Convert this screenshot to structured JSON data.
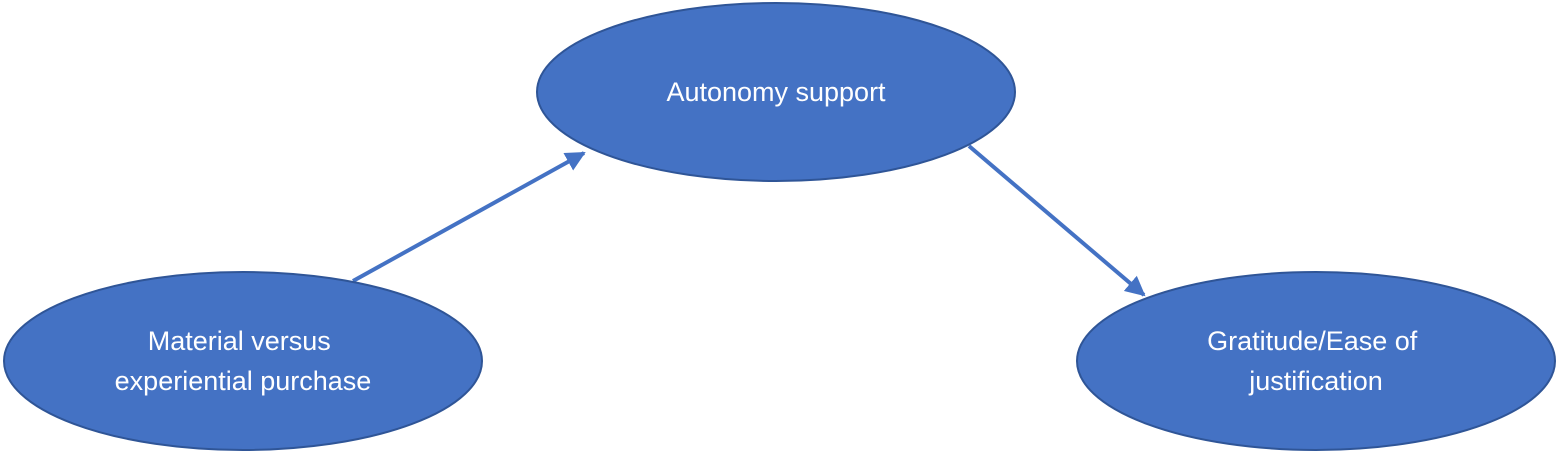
{
  "colors": {
    "node_fill": "#4472c4",
    "node_text": "#ffffff",
    "edge": "#4472c4"
  },
  "nodes": [
    {
      "id": "autonomy",
      "lines": [
        "Autonomy support"
      ]
    },
    {
      "id": "material",
      "lines": [
        "Material versus",
        "experiential purchase"
      ]
    },
    {
      "id": "gratitude",
      "lines": [
        "Gratitude/Ease of",
        "justification"
      ]
    }
  ],
  "edges": [
    {
      "from": "material",
      "to": "autonomy"
    },
    {
      "from": "autonomy",
      "to": "gratitude"
    }
  ]
}
